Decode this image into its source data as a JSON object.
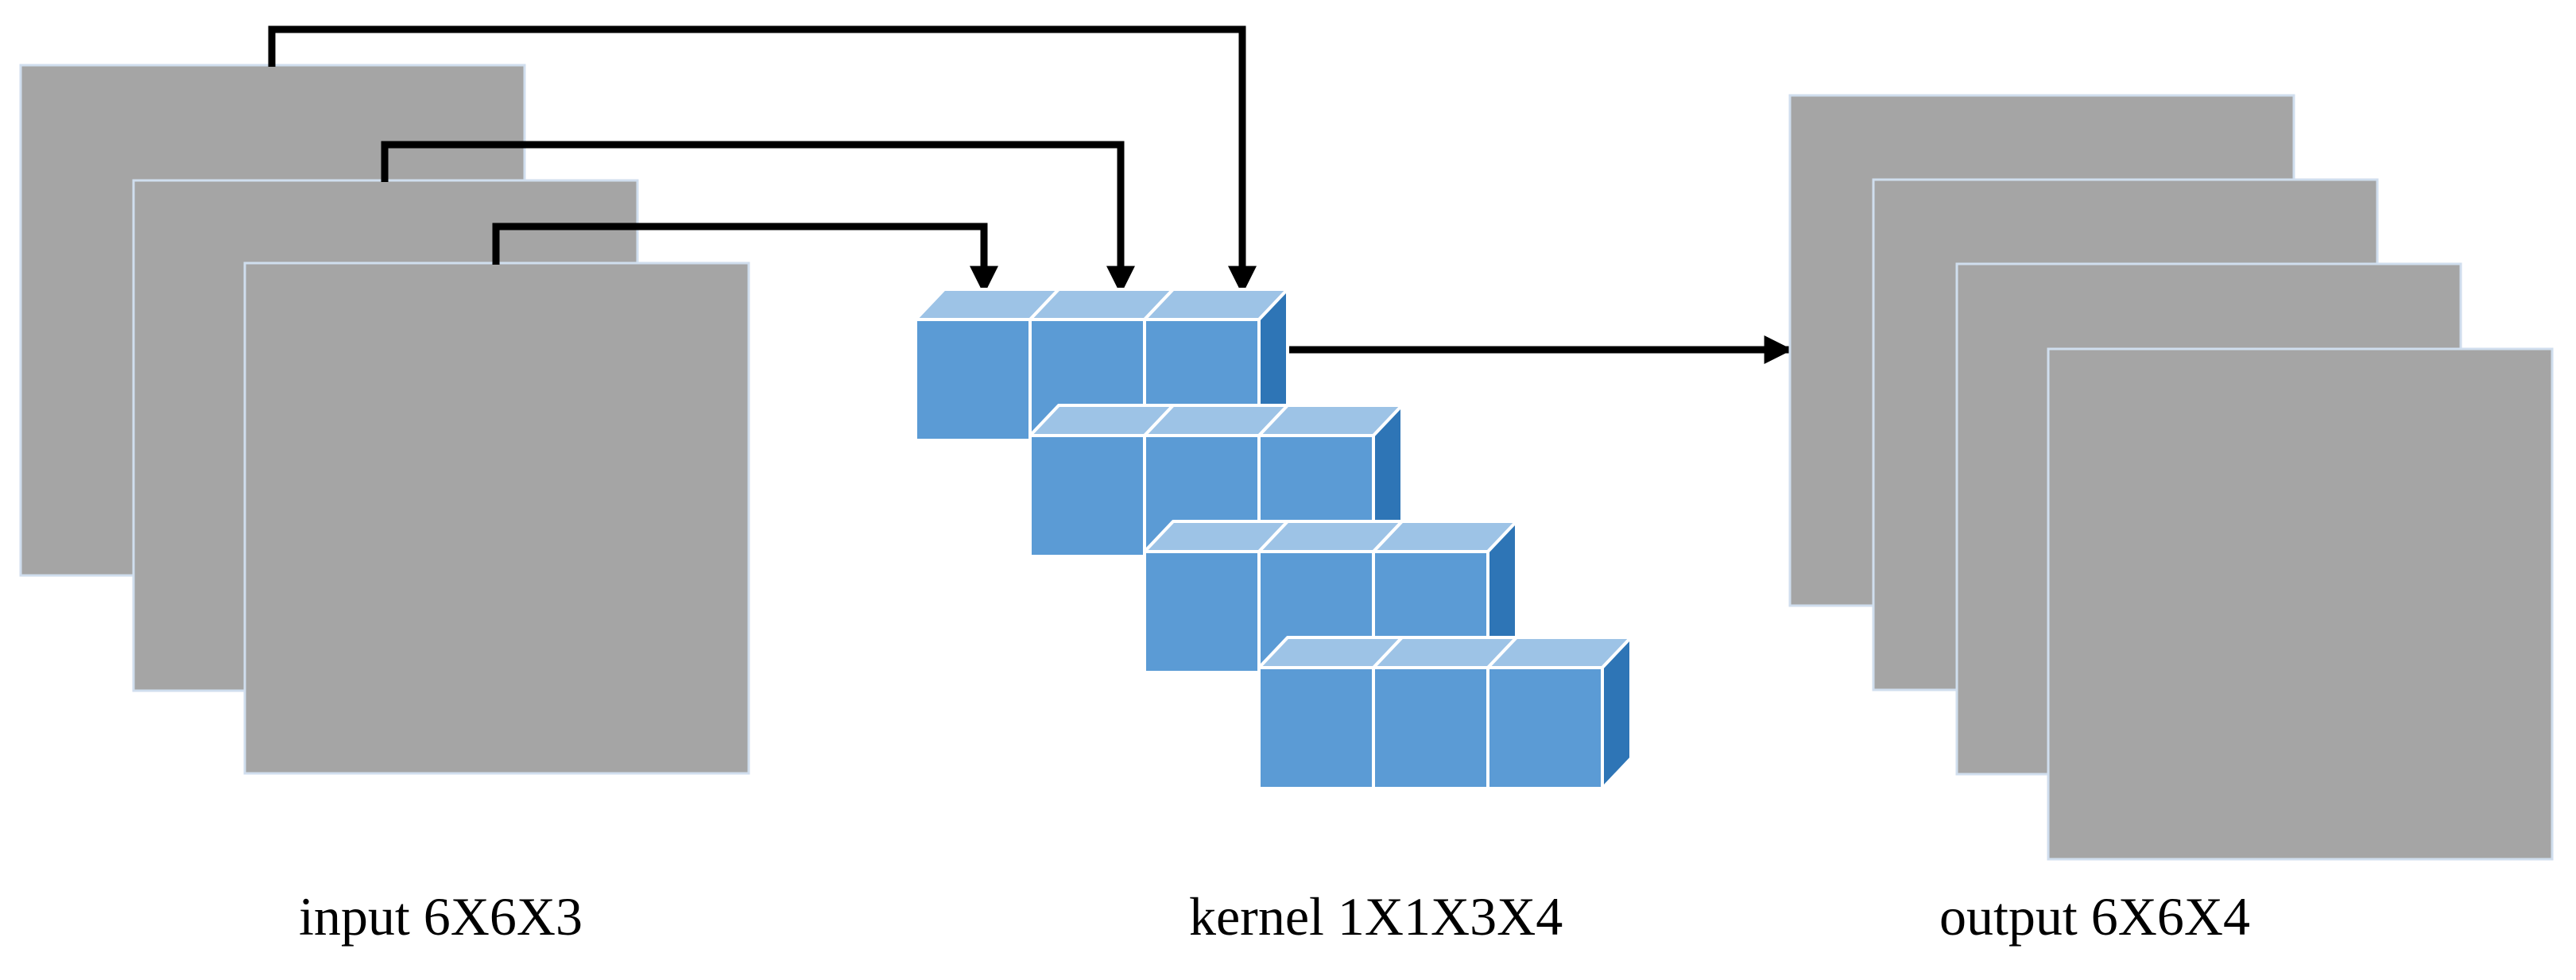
{
  "diagram": {
    "input": {
      "label": "input 6X6X3",
      "map_count": 3,
      "color": "#a5a5a5"
    },
    "kernel": {
      "label": "kernel 1X1X3X4",
      "filter_count": 4,
      "cells_per_filter": 3,
      "face_color": "#5b9bd5",
      "top_color": "#9dc3e6",
      "side_color": "#2e75b6"
    },
    "output": {
      "label": "output 6X6X4",
      "map_count": 4,
      "color": "#a5a5a5"
    },
    "arrow_color": "#000000"
  }
}
